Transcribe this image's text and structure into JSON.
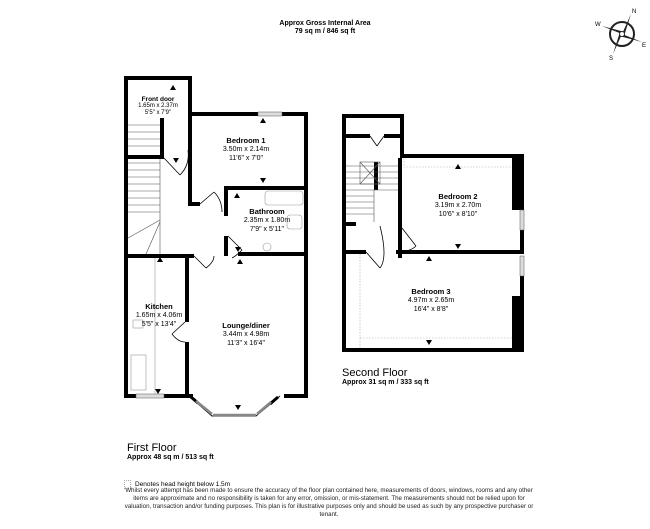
{
  "header": {
    "title": "Approx Gross Internal Area",
    "area": "79 sq m / 846 sq ft"
  },
  "compass": {
    "icon": "compass-rose-icon",
    "labels": [
      "N",
      "E",
      "S",
      "W"
    ]
  },
  "first_floor": {
    "title": "First Floor",
    "area": "Approx 48 sq m / 513 sq ft",
    "rooms": [
      {
        "name": "Front door",
        "metric": "1.65m x 2.37m",
        "imperial": "5'5\" x 7'9\""
      },
      {
        "name": "Bedroom 1",
        "metric": "3.50m x 2.14m",
        "imperial": "11'6\" x 7'0\""
      },
      {
        "name": "Bathroom",
        "metric": "2.35m x 1.80m",
        "imperial": "7'9\" x 5'11\""
      },
      {
        "name": "Kitchen",
        "metric": "1.65m x 4.06m",
        "imperial": "5'5\" x 13'4\""
      },
      {
        "name": "Lounge/diner",
        "metric": "3.44m x 4.98m",
        "imperial": "11'3\" x 16'4\""
      }
    ]
  },
  "second_floor": {
    "title": "Second Floor",
    "area": "Approx 31 sq m / 333 sq ft",
    "rooms": [
      {
        "name": "Bedroom 2",
        "metric": "3.19m x 2.70m",
        "imperial": "10'6\" x 8'10\""
      },
      {
        "name": "Bedroom 3",
        "metric": "4.97m x 2.65m",
        "imperial": "16'4\" x 8'8\""
      }
    ]
  },
  "legend": {
    "text": "Denotes head height below 1.5m"
  },
  "disclaimer": "Whilst every attempt has been made to ensure the accuracy of the floor plan contained here, measurements of doors, windows, rooms and any other items are approximate and no responsibility is taken for any error, omission, or mis-statement. The measurements should not be relied upon for valuation, transaction and/or funding purposes. This plan is for illustrative purposes only and should be used as such by any prospective purchaser or tenant."
}
